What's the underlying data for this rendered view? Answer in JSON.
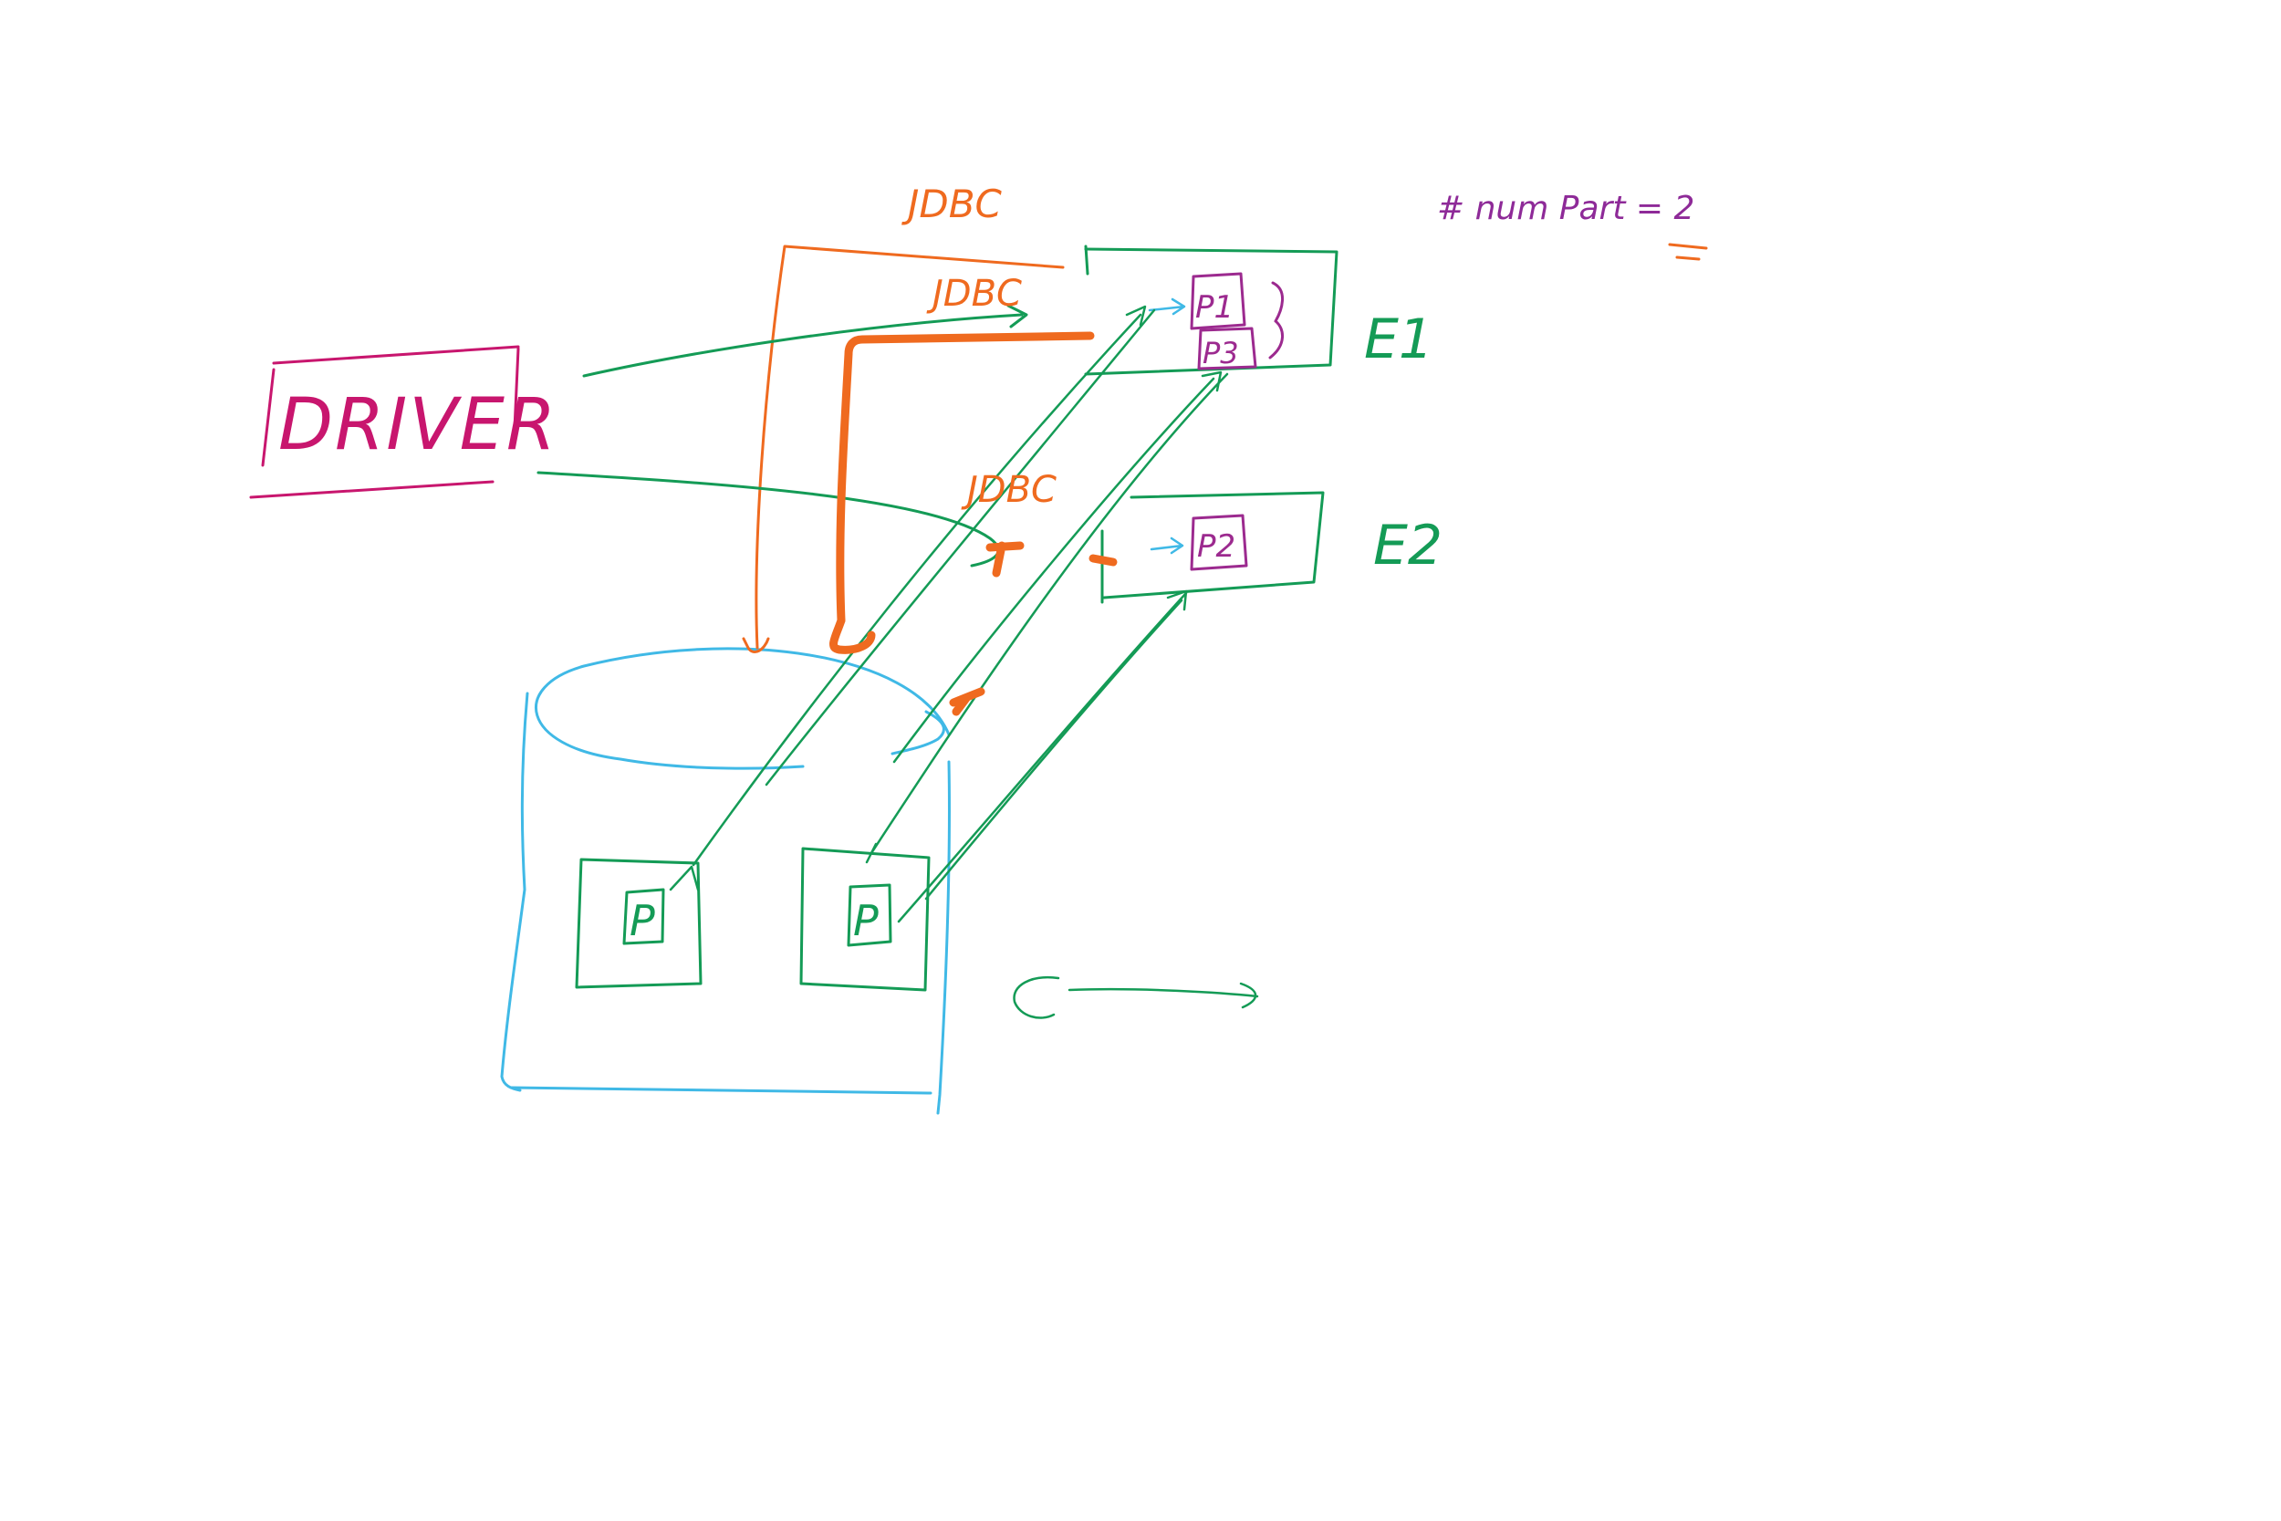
{
  "colors": {
    "background": "#ffffff",
    "driver": "#c8166e",
    "jdbc": "#ef6a1f",
    "executor": "#149b56",
    "database": "#40b9e6",
    "partition_label": "#9c2a8f",
    "note": "#8e2a98"
  },
  "driver": {
    "label": "DRIVER"
  },
  "jdbc_labels": [
    "JDBC",
    "JDBC",
    "JDBC"
  ],
  "executors": [
    {
      "name": "E1",
      "partitions": [
        "P1",
        "P3"
      ]
    },
    {
      "name": "E2",
      "partitions": [
        "P2"
      ]
    }
  ],
  "database": {
    "partitions": [
      "P",
      "P"
    ]
  },
  "note": {
    "text": "# num Part = 2"
  }
}
